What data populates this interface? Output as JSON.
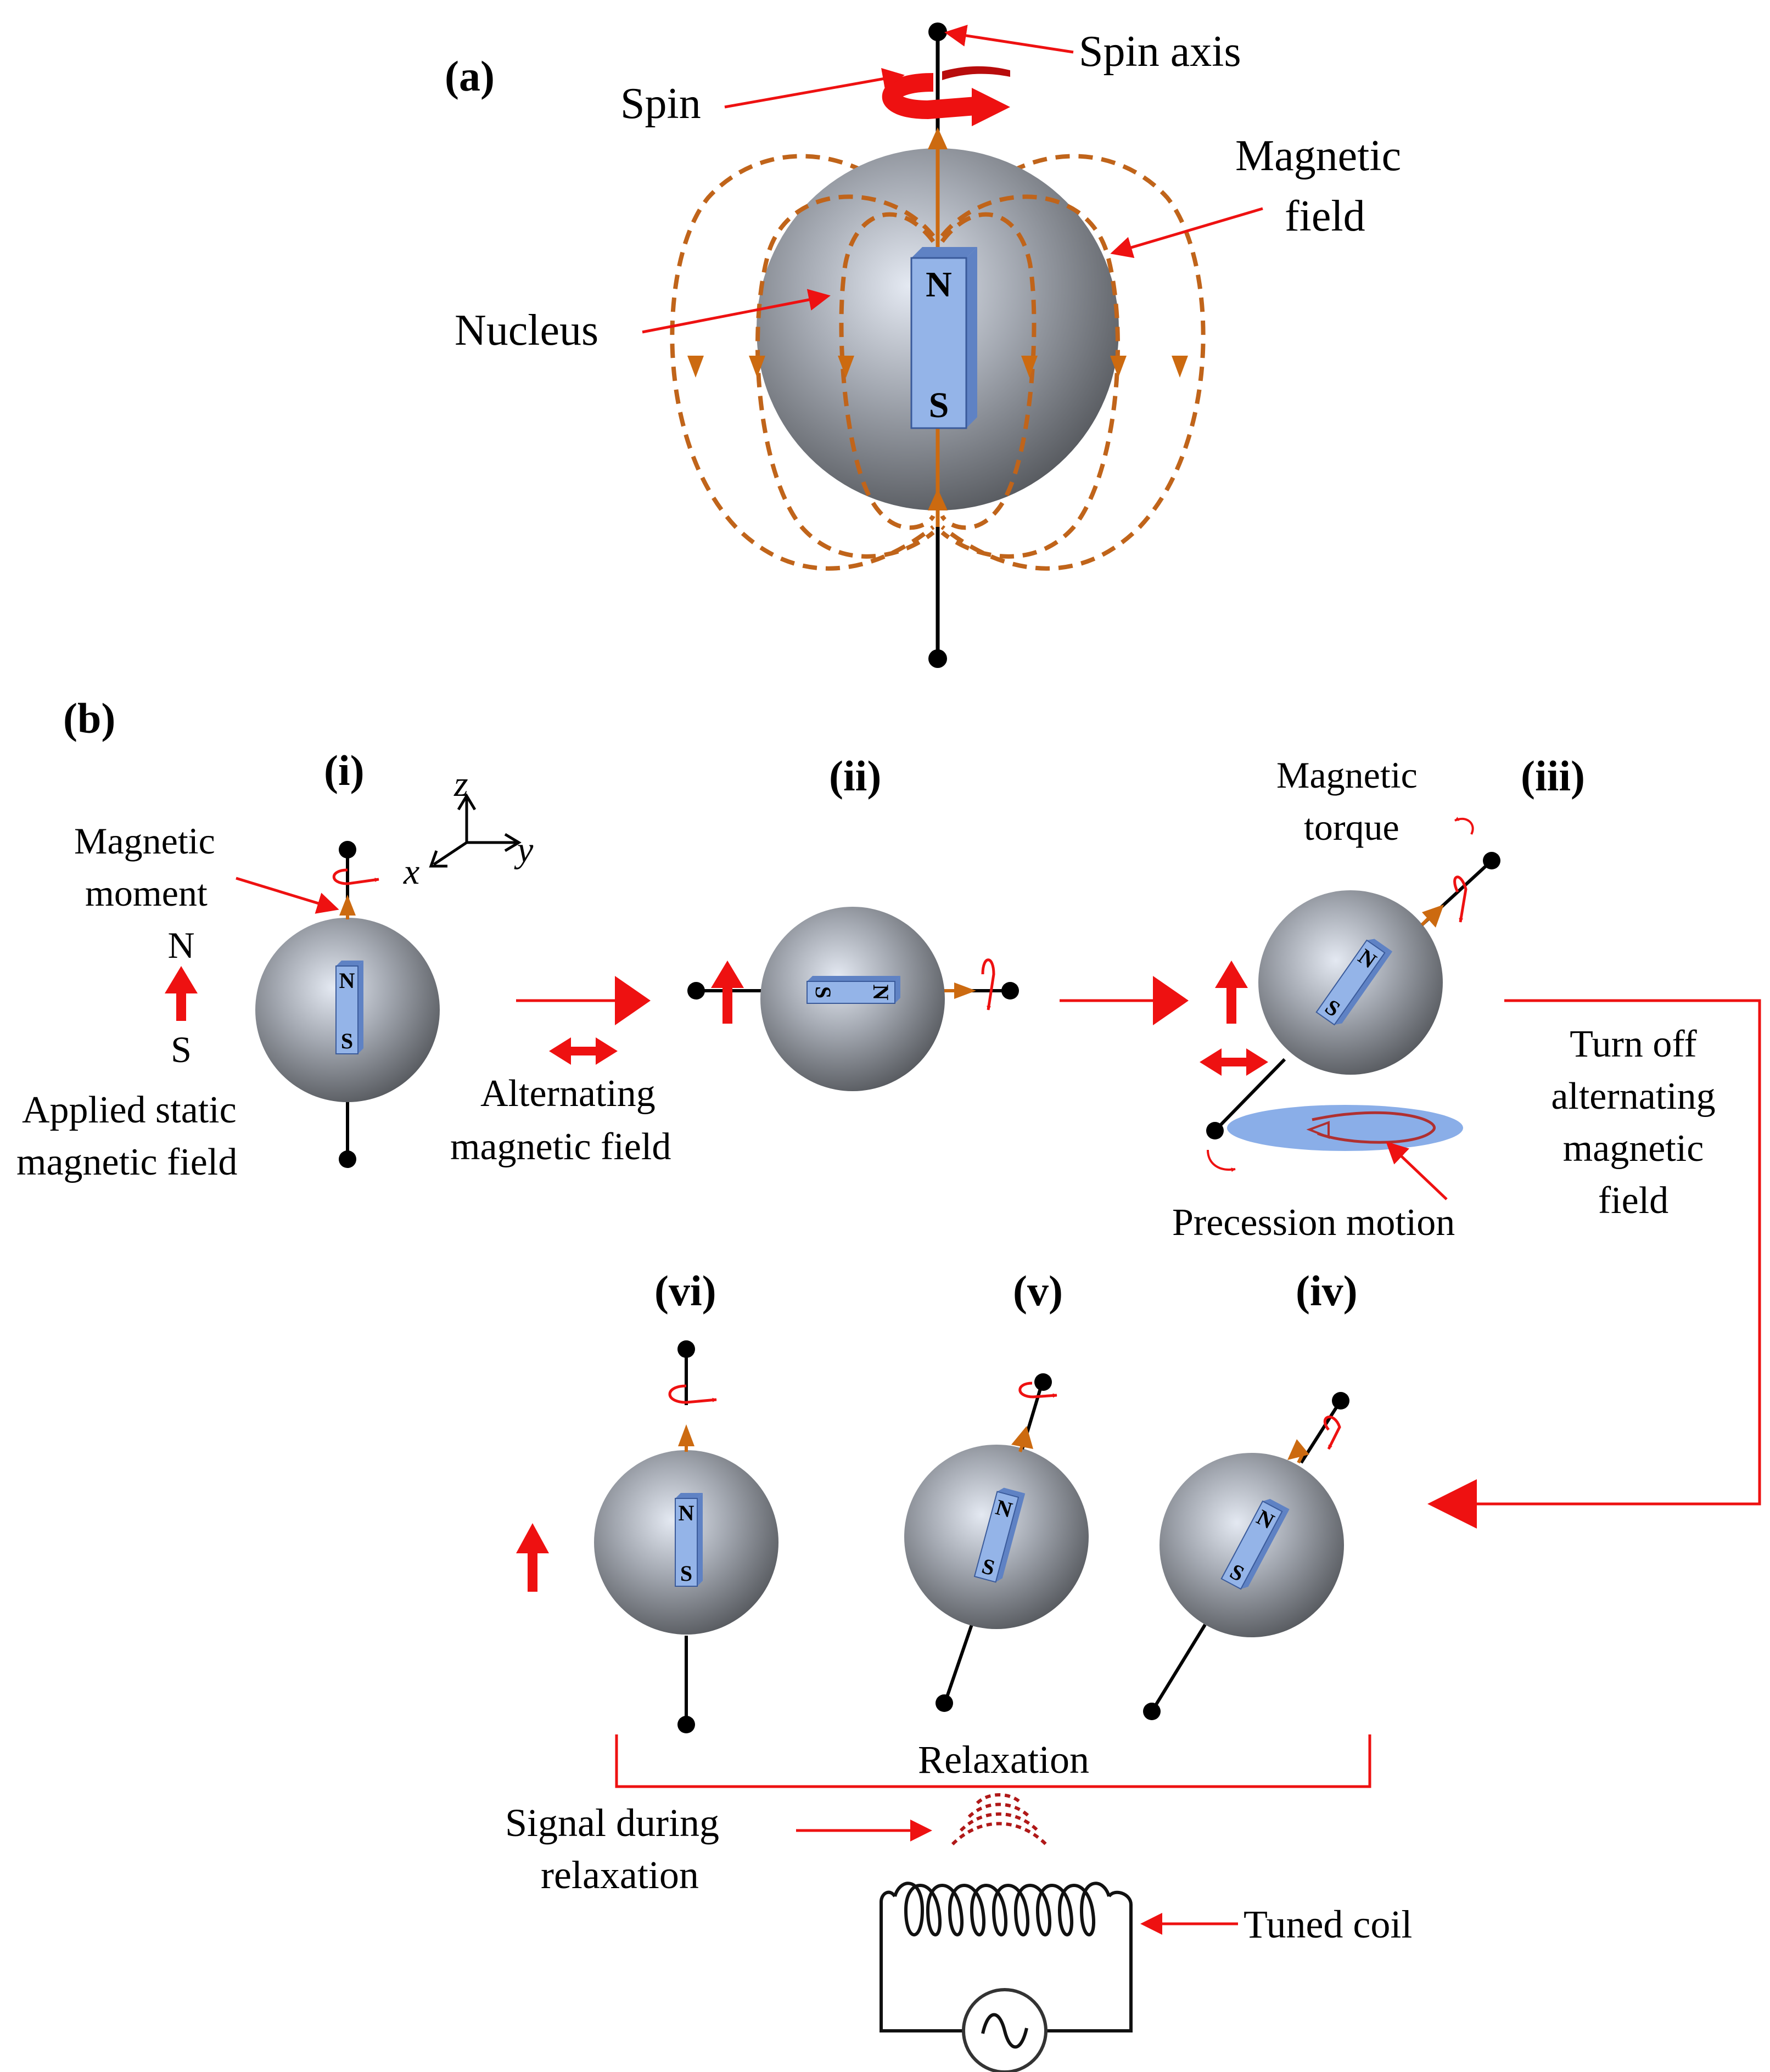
{
  "colors": {
    "red": "#ee1111",
    "orange": "#cc6a10",
    "dashed": "#c0641a",
    "magnet": "#94b4e8",
    "magnet_dark": "#5f82c4",
    "sphere_light": "#dde3ee",
    "sphere_dark": "#55585d",
    "coil": "#111111",
    "precession_disc": "#8aaee8",
    "precession_ring": "#b03030"
  },
  "panel_a": {
    "label": "(a)",
    "spin_axis": "Spin axis",
    "spin": "Spin",
    "magnetic_field_1": "Magnetic",
    "magnetic_field_2": "field",
    "nucleus": "Nucleus",
    "pole_n": "N",
    "pole_s": "S"
  },
  "panel_b": {
    "label": "(b)",
    "axes": {
      "z": "z",
      "x": "x",
      "y": "y"
    },
    "stage_i": {
      "label": "(i)",
      "magnetic_moment_1": "Magnetic",
      "magnetic_moment_2": "moment",
      "static_n": "N",
      "static_s": "S",
      "applied_1": "Applied static",
      "applied_2": "magnetic field"
    },
    "alternating_1": "Alternating",
    "alternating_2": "magnetic field",
    "stage_ii": {
      "label": "(ii)"
    },
    "stage_iii": {
      "label": "(iii)",
      "torque_1": "Magnetic",
      "torque_2": "torque",
      "precession": "Precession motion"
    },
    "turn_off_1": "Turn off",
    "turn_off_2": "alternating",
    "turn_off_3": "magnetic",
    "turn_off_4": "field",
    "stage_iv": {
      "label": "(iv)"
    },
    "stage_v": {
      "label": "(v)"
    },
    "stage_vi": {
      "label": "(vi)"
    },
    "relaxation": "Relaxation",
    "signal_1": "Signal during",
    "signal_2": "relaxation",
    "tuned_coil": "Tuned coil",
    "magnet_n": "N",
    "magnet_s": "S"
  }
}
